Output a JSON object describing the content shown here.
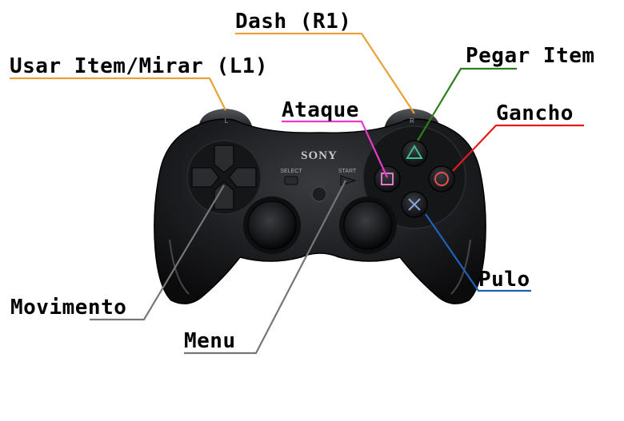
{
  "controller": {
    "brand": "SONY",
    "select_text": "SELECT",
    "start_text": "START",
    "l_marker": "L",
    "r_marker": "R"
  },
  "callouts": {
    "dash": {
      "text": "Dash (R1)",
      "color": "#e8a23a"
    },
    "usar_item": {
      "text": "Usar Item/Mirar (L1)",
      "color": "#e8a23a"
    },
    "pegar_item": {
      "text": "Pegar Item",
      "color": "#2e7d1f"
    },
    "ataque": {
      "text": "Ataque",
      "color": "#e83ac8"
    },
    "gancho": {
      "text": "Gancho",
      "color": "#e11d1d"
    },
    "pulo": {
      "text": "Pulo",
      "color": "#1f63b8"
    },
    "movimento": {
      "text": "Movimento",
      "color": "#777777"
    },
    "menu": {
      "text": "Menu",
      "color": "#777777"
    }
  }
}
